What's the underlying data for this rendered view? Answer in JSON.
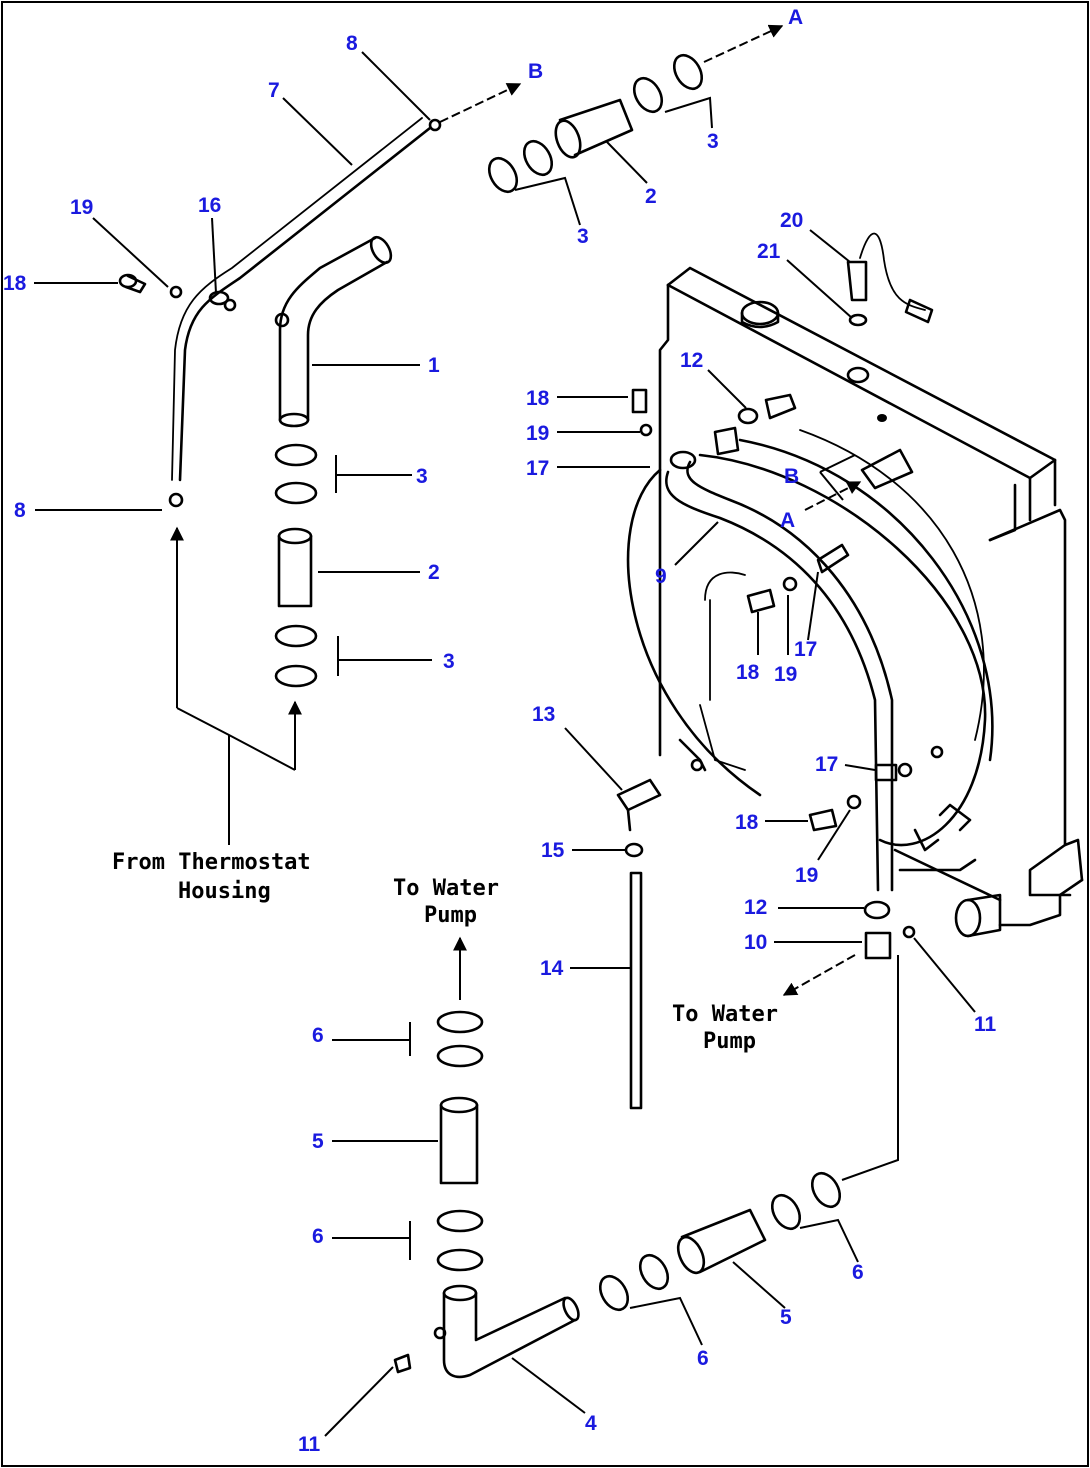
{
  "callouts": {
    "n1": "1",
    "n2": "2",
    "n3": "3",
    "n4": "4",
    "n5": "5",
    "n6": "6",
    "n7": "7",
    "n8": "8",
    "n9": "9",
    "n10": "10",
    "n11": "11",
    "n12": "12",
    "n13": "13",
    "n14": "14",
    "n15": "15",
    "n16": "16",
    "n17": "17",
    "n18": "18",
    "n19": "19",
    "n20": "20",
    "n21": "21",
    "letterA": "A",
    "letterB": "B"
  },
  "notes": {
    "thermostat_line1": "From Thermostat",
    "thermostat_line2": "Housing",
    "to_water_pump_line1": "To Water",
    "to_water_pump_line2": "Pump"
  },
  "colors": {
    "callout": "#1a1adf",
    "linework": "#000000",
    "frame": "#000000"
  }
}
